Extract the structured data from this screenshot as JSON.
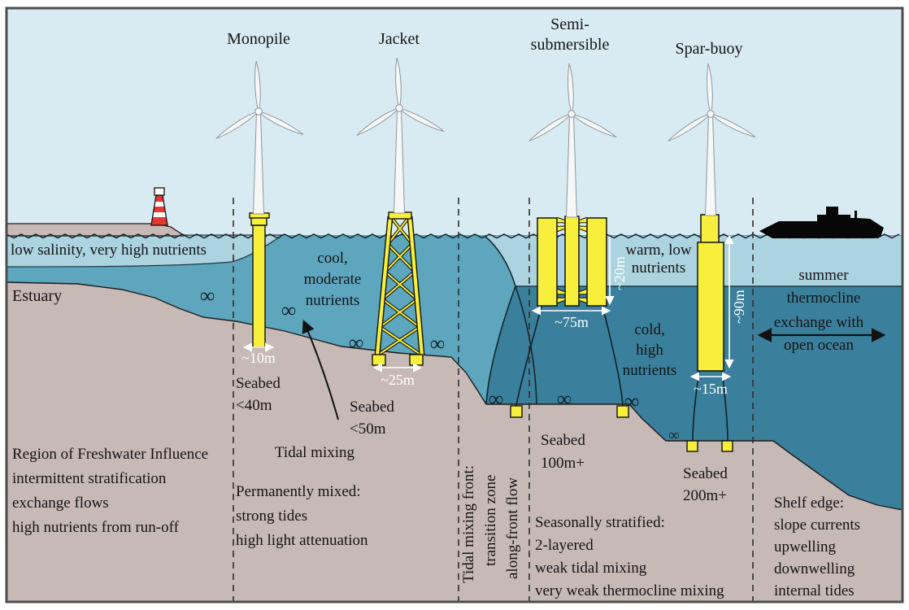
{
  "turbine_labels": {
    "monopile": "Monopile",
    "jacket": "Jacket",
    "semi_line1": "Semi-",
    "semi_line2": "submersible",
    "spar": "Spar-buoy"
  },
  "surface_labels": {
    "estuary_surface": "low salinity, very high nutrients",
    "estuary": "Estuary"
  },
  "water_labels": {
    "cool": [
      "cool,",
      "moderate",
      "nutrients"
    ],
    "warm": [
      "warm, low",
      "nutrients"
    ],
    "cold": [
      "cold,",
      "high",
      "nutrients"
    ],
    "summer": [
      "summer",
      "thermocline"
    ],
    "exchange": [
      "exchange with",
      "open ocean"
    ]
  },
  "dimensions": {
    "monopile_width": "~10m",
    "jacket_width": "~25m",
    "semi_width": "~75m",
    "semi_draft": "~20m",
    "spar_width": "~15m",
    "spar_draft": "~90m"
  },
  "seabed_labels": {
    "monopile": [
      "Seabed",
      "<40m"
    ],
    "jacket": [
      "Seabed",
      "<50m"
    ],
    "semi": [
      "Seabed",
      "100m+"
    ],
    "spar": [
      "Seabed",
      "200m+"
    ]
  },
  "zone_notes": {
    "rofi": [
      "Region of Freshwater Influence",
      "intermittent stratification",
      "exchange flows",
      "high nutrients from run-off"
    ],
    "tidal_mixing_title": "Tidal mixing",
    "tidal_mixing": [
      "Permanently mixed:",
      "strong tides",
      "high light attenuation"
    ],
    "front_vertical": [
      "Tidal mixing front:",
      "transition zone",
      "along-front flow"
    ],
    "stratified": [
      "Seasonally stratified:",
      "2-layered",
      "weak tidal mixing",
      "very weak thermocline mixing"
    ],
    "shelf": [
      "Shelf edge:",
      "slope currents",
      "upwelling",
      "downwelling",
      "internal tides"
    ]
  },
  "symbols": {
    "infinity": "∞"
  },
  "colors": {
    "sky": "#d9ebf2",
    "surface_layer": "#acd3e0",
    "mixed_water": "#5ea6be",
    "deep_water": "#3a7f9b",
    "seabed": "#c7bab6",
    "foundation_yellow": "#f8ef3d",
    "lighthouse_red": "#e63832"
  }
}
